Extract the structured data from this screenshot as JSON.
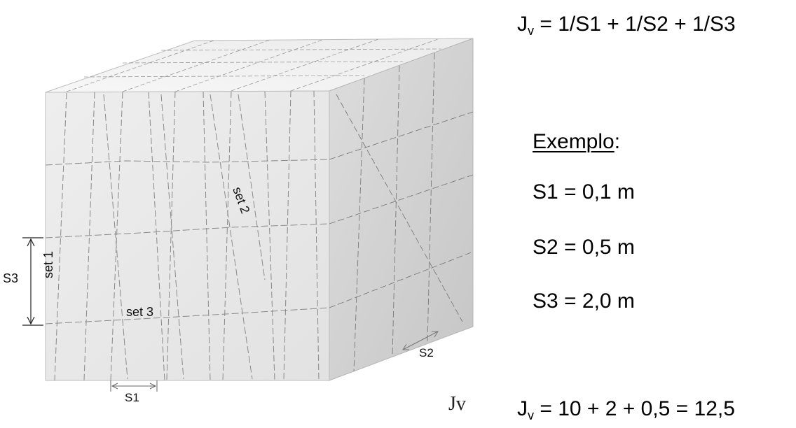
{
  "formula": {
    "symbol": "J",
    "subscript": "v",
    "rhs": " = 1/S1 + 1/S2 + 1/S3"
  },
  "example": {
    "title": "Exemplo",
    "suffix": ":",
    "values": [
      "S1 = 0,1 m",
      "S2 = 0,5 m",
      "S3 = 2,0 m"
    ]
  },
  "result": {
    "symbol": "J",
    "subscript": "v",
    "rhs": " = 10 + 2 + 0,5 = 12,5"
  },
  "diagram": {
    "set_labels": [
      "set 1",
      "set 2",
      "set 3"
    ],
    "spacing_labels": [
      "S1",
      "S2",
      "S3"
    ],
    "block_label": "Jv",
    "colors": {
      "front_face": "#e9e9e9",
      "top_face": "#f3f3f3",
      "side_face": "#d2d2d2",
      "joint_line": "#7a7a7a"
    }
  }
}
